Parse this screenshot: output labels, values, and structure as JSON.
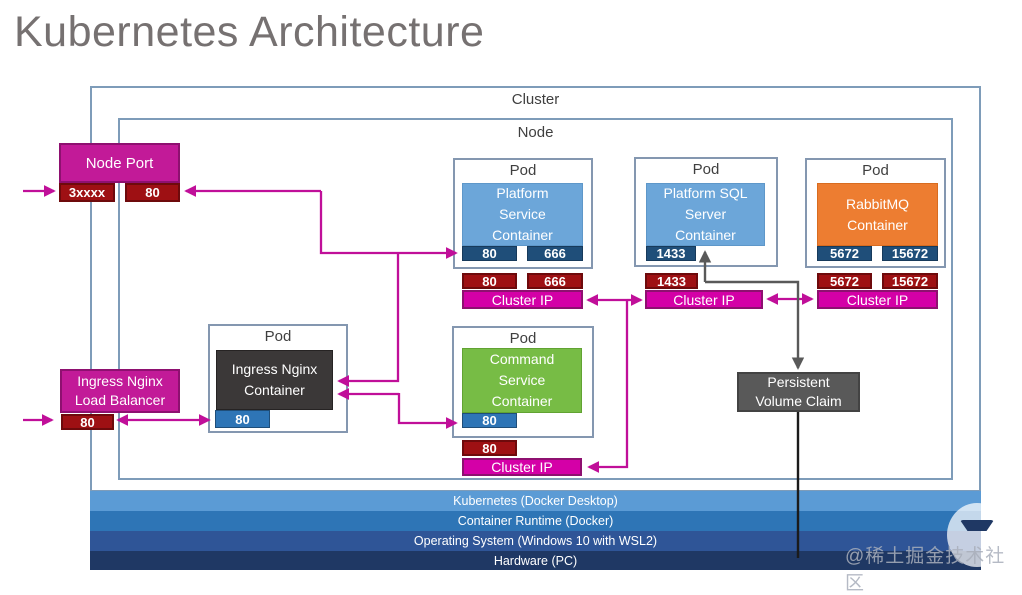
{
  "title": "Kubernetes Architecture",
  "cluster": {
    "label": "Cluster"
  },
  "node": {
    "label": "Node"
  },
  "node_port": {
    "label": "Node Port",
    "port1": "3xxxx",
    "port2": "80"
  },
  "ingress_lb": {
    "label": "Ingress Nginx\nLoad Balancer",
    "port": "80"
  },
  "pods": {
    "platform": {
      "pod_label": "Pod",
      "container": "Platform\nService\nContainer",
      "port1": "80",
      "port2": "666",
      "svc_port1": "80",
      "svc_port2": "666",
      "cluster_ip": "Cluster IP"
    },
    "sql": {
      "pod_label": "Pod",
      "container": "Platform SQL\nServer\nContainer",
      "port1": "1433",
      "svc_port1": "1433",
      "cluster_ip": "Cluster IP"
    },
    "rabbitmq": {
      "pod_label": "Pod",
      "container": "RabbitMQ\nContainer",
      "port1": "5672",
      "port2": "15672",
      "svc_port1": "5672",
      "svc_port2": "15672",
      "cluster_ip": "Cluster IP"
    },
    "ingress": {
      "pod_label": "Pod",
      "container": "Ingress Nginx\nContainer",
      "port1": "80"
    },
    "command": {
      "pod_label": "Pod",
      "container": "Command\nService\nContainer",
      "port1": "80",
      "svc_port1": "80",
      "cluster_ip": "Cluster IP"
    }
  },
  "pvc": {
    "label": "Persistent\nVolume Claim"
  },
  "stack": {
    "layers": [
      "Kubernetes (Docker Desktop)",
      "Container Runtime (Docker)",
      "Operating System (Windows 10 with WSL2)",
      "Hardware (PC)"
    ]
  },
  "watermark": "@稀土掘金技术社区",
  "colors": {
    "magenta": "#C21A98",
    "dark_red": "#9E1013",
    "navy_port": "#1F4E79",
    "blue_port": "#2E75B6",
    "light_blue": "#6CA6D9",
    "green": "#77BC45",
    "orange": "#ED7D31",
    "container_dark": "#3B3838",
    "pvc_gray": "#595959",
    "layer1": "#5B9BD5",
    "layer2": "#2E75B6",
    "layer3": "#2F5597",
    "layer4": "#1F3864"
  }
}
